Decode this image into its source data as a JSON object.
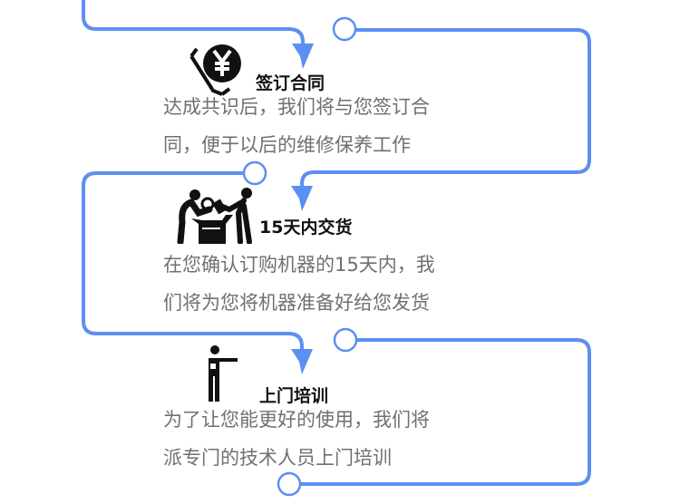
{
  "colors": {
    "line": "#5b8ff2",
    "title": "#111111",
    "body": "#707070",
    "icon": "#111111"
  },
  "steps": [
    {
      "icon": "yen-coin-icon",
      "title": "签订合同",
      "lines": [
        "达成共识后，我们将与您签订合",
        "同，便于以后的维修保养工作"
      ]
    },
    {
      "icon": "delivery-inspection-icon",
      "title": "15天内交货",
      "lines": [
        "在您确认订购机器的15天内，我",
        "们将为您将机器准备好给您发货"
      ]
    },
    {
      "icon": "trainer-pointing-icon",
      "title": "上门培训",
      "lines": [
        "为了让您能更好的使用，我们将",
        "派专门的技术人员上门培训"
      ]
    }
  ]
}
